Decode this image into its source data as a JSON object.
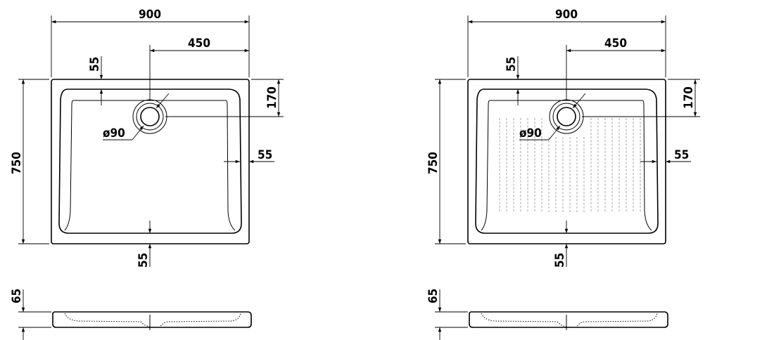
{
  "drawings": [
    {
      "variant": "plain",
      "labels": {
        "width": "900",
        "waste_offset": "450",
        "top_rim": "55",
        "waste_depth": "170",
        "waste_diameter": "ø90",
        "side_rim": "55",
        "length": "750",
        "bottom_rim": "55",
        "height": "65"
      }
    },
    {
      "variant": "textured",
      "labels": {
        "width": "900",
        "waste_offset": "450",
        "top_rim": "55",
        "waste_depth": "170",
        "waste_diameter": "ø90",
        "side_rim": "55",
        "length": "750",
        "bottom_rim": "55",
        "height": "65"
      }
    }
  ]
}
